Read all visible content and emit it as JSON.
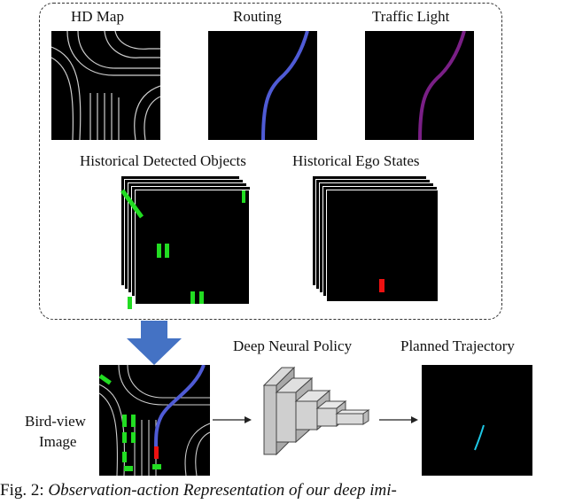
{
  "inputs": {
    "hd_map": "HD Map",
    "routing": "Routing",
    "traffic_light": "Traffic Light",
    "historical_objects": "Historical Detected Objects",
    "historical_ego": "Historical Ego States"
  },
  "pipeline": {
    "bird_view_line1": "Bird-view",
    "bird_view_line2": "Image",
    "policy": "Deep Neural Policy",
    "trajectory": "Planned Trajectory"
  },
  "caption": {
    "prefix": "Fig. 2: ",
    "text": "Observation-action Representation of our deep imi-"
  },
  "colors": {
    "routing": "#4f5bd5",
    "traffic_light": "#7a1f86",
    "objects": "#22dd22",
    "ego": "#ee1111",
    "trajectory": "#1ec8e6",
    "arrow_big": "#4472c4"
  }
}
